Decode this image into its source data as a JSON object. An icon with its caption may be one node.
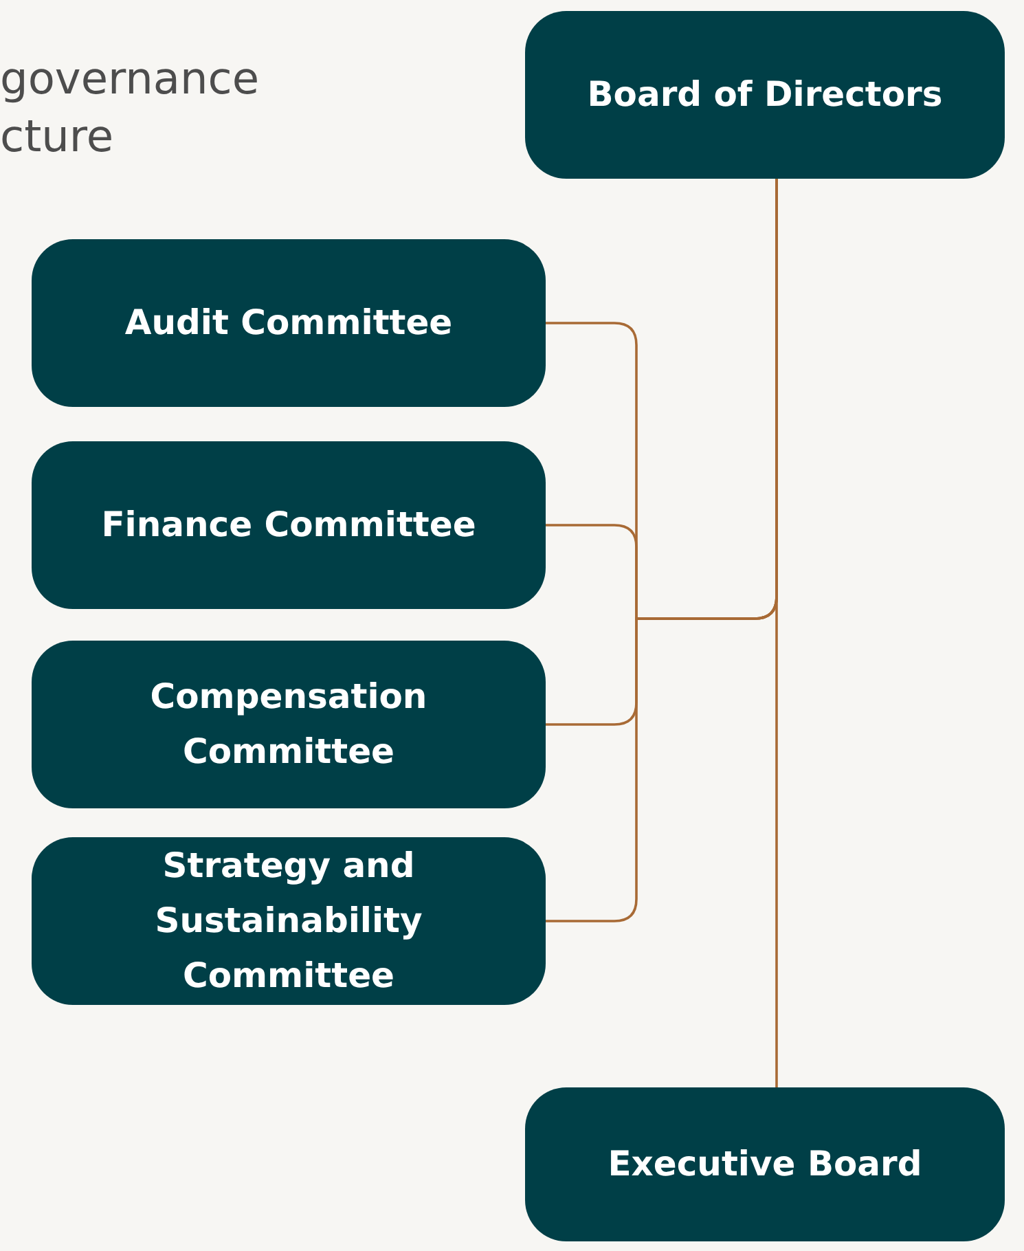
{
  "diagram": {
    "title": "governance cture",
    "nodes": [
      {
        "text": [
          "Board of Directors"
        ]
      },
      {
        "text": [
          "Audit Committee"
        ]
      },
      {
        "text": [
          "Finance Committee"
        ]
      },
      {
        "text": [
          "Compensation Committee"
        ]
      },
      {
        "text": [
          "Strategy and Sustainability Committee"
        ]
      },
      {
        "text": [
          "Executive Board"
        ]
      }
    ],
    "edges": [
      {
        "from": 1,
        "to": 0,
        "arrow": "none"
      },
      {
        "from": 2,
        "to": 0,
        "arrow": "none"
      },
      {
        "from": 3,
        "to": 0,
        "arrow": "none"
      },
      {
        "from": 4,
        "to": 0,
        "arrow": "none"
      },
      {
        "from": 0,
        "to": 5,
        "arrow": "none"
      }
    ]
  }
}
